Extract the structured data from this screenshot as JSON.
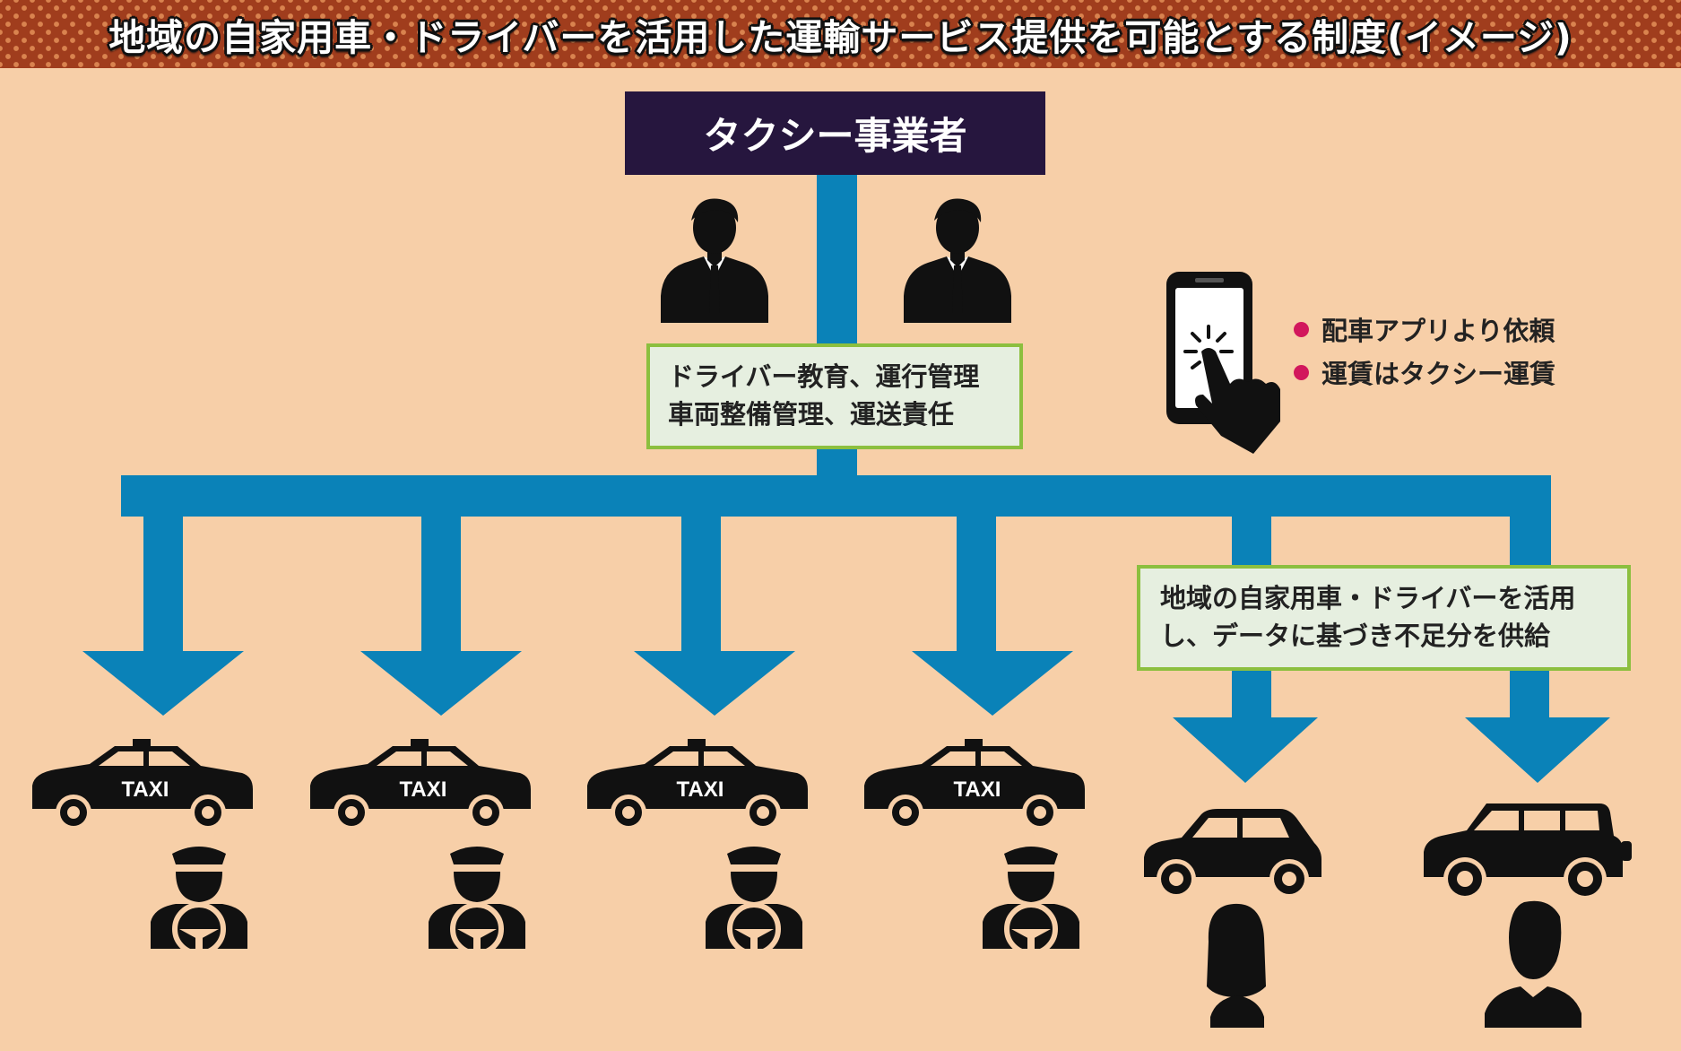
{
  "title": "地域の自家用車・ドライバーを活用した運輸サービス提供を可能とする制度(イメージ)",
  "operator": {
    "label": "タクシー事業者"
  },
  "duties": {
    "line1": "ドライバー教育、運行管理",
    "line2": "車両整備管理、運送責任"
  },
  "app_notes": [
    {
      "text": "配車アプリより依頼"
    },
    {
      "text": "運賃はタクシー運賃"
    }
  ],
  "supply_note": {
    "line1": "地域の自家用車・ドライバーを活用",
    "line2": "し、データに基づき不足分を供給"
  },
  "taxi_label": "TAXI",
  "colors": {
    "arrow": "#0a82b8",
    "operator_box": "#26163e",
    "green_border": "#8cbf3f",
    "green_fill": "#e6efe0",
    "bullet": "#d2175c",
    "background": "#f7cfa8",
    "banner": "#a03d1d"
  },
  "icons": [
    "businessman-icon",
    "smartphone-tap-icon",
    "taxi-icon",
    "taxi-driver-icon",
    "compact-car-icon",
    "suv-icon",
    "woman-silhouette-icon",
    "man-silhouette-icon"
  ]
}
